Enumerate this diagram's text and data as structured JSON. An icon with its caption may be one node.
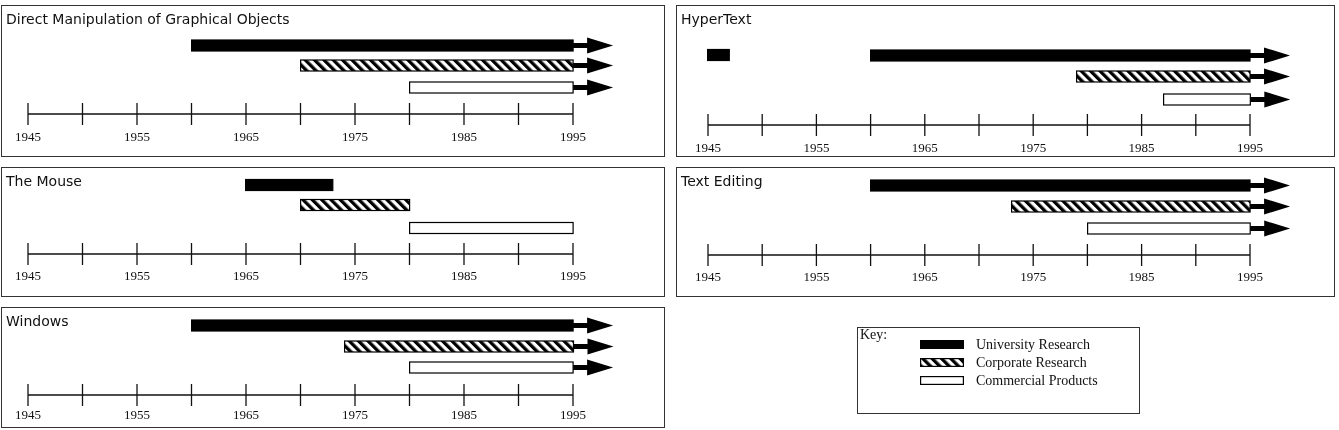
{
  "diagram": {
    "nodes": [
      {
        "text": [
          "Direct Manipulation of Graphical Objects"
        ]
      },
      {
        "text": [],
        "shape": "bar",
        "in": 0
      },
      {
        "text": [],
        "shape": "bar",
        "in": 0
      },
      {
        "text": [],
        "shape": "bar",
        "in": 0
      },
      {
        "text": [
          "HyperText"
        ]
      },
      {
        "text": [],
        "shape": "bar",
        "in": 4
      },
      {
        "text": [],
        "shape": "bar",
        "in": 4
      },
      {
        "text": [],
        "shape": "bar",
        "in": 4
      },
      {
        "text": [],
        "shape": "bar",
        "in": 4
      },
      {
        "text": [
          "The Mouse"
        ]
      },
      {
        "text": [],
        "shape": "bar",
        "in": 9
      },
      {
        "text": [],
        "shape": "bar",
        "in": 9
      },
      {
        "text": [],
        "shape": "bar",
        "in": 9
      },
      {
        "text": [
          "Text Editing"
        ]
      },
      {
        "text": [],
        "shape": "bar",
        "in": 13
      },
      {
        "text": [],
        "shape": "bar",
        "in": 13
      },
      {
        "text": [],
        "shape": "bar",
        "in": 13
      },
      {
        "text": [
          "Windows"
        ]
      },
      {
        "text": [],
        "shape": "bar",
        "in": 17
      },
      {
        "text": [],
        "shape": "bar",
        "in": 17
      },
      {
        "text": [],
        "shape": "bar",
        "in": 17
      }
    ],
    "labels": [
      "1945",
      "1955",
      "1965",
      "1975",
      "1985",
      "1995",
      "1945",
      "1955",
      "1965",
      "1975",
      "1985",
      "1995",
      "1945",
      "1955",
      "1965",
      "1975",
      "1985",
      "1995",
      "1945",
      "1955",
      "1965",
      "1975",
      "1985",
      "1995",
      "1945",
      "1955",
      "1965",
      "1975",
      "1985",
      "1995",
      "Key:"
    ],
    "legend": [
      {
        "text": "University Research",
        "color": "#000000"
      },
      {
        "text": "Corporate Research"
      },
      {
        "text": "Commercial Products"
      }
    ]
  }
}
